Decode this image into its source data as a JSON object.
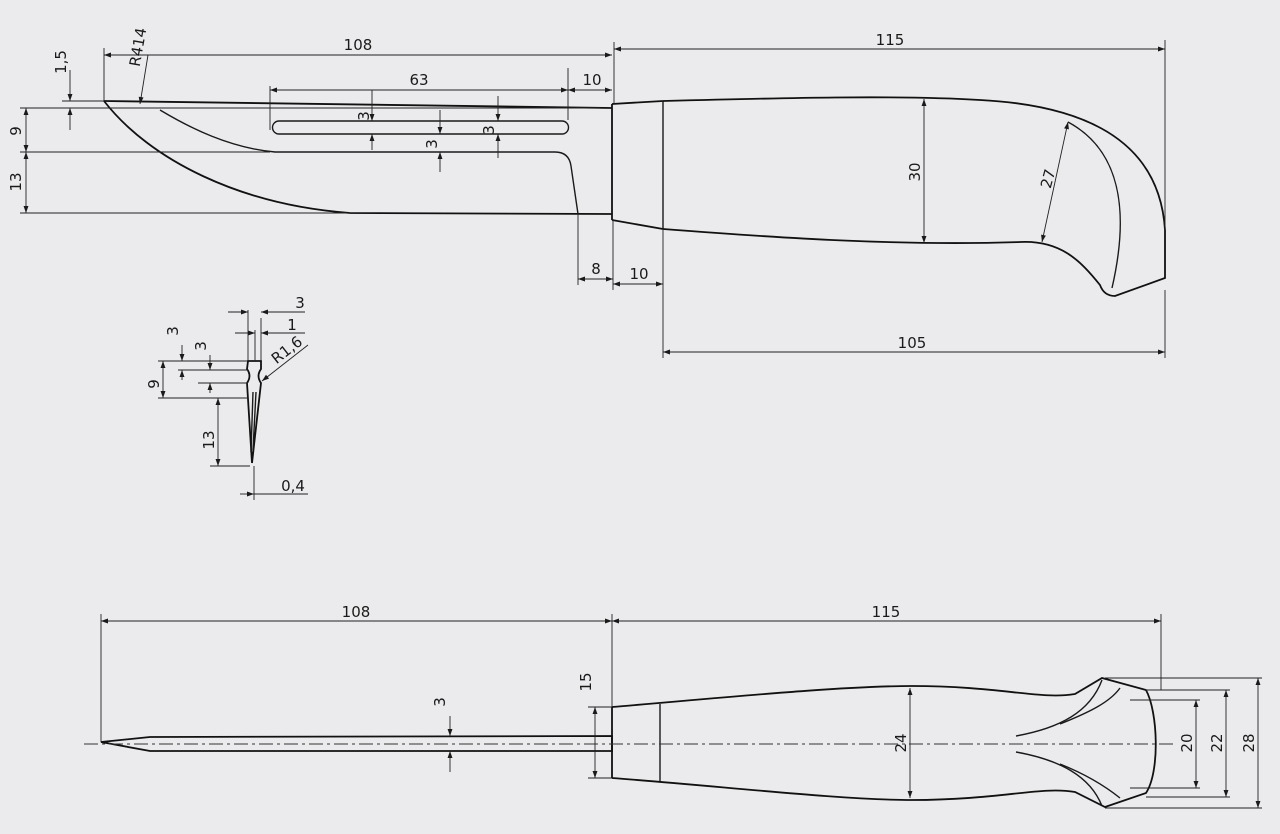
{
  "side_view": {
    "blade_length": "108",
    "handle_length": "115",
    "spine_radius": "R414",
    "tip_offset": "1,5",
    "fuller_length": "63",
    "fuller_end_gap": "10",
    "fuller_width_left": "3",
    "fuller_width_mid": "3",
    "fuller_width_right": "3",
    "spine_to_fuller": "9",
    "fuller_to_edge": "13",
    "ricasso_length": "8",
    "guard_length": "10",
    "handle_grip_length": "105",
    "handle_height": "30",
    "pommel_width": "27"
  },
  "cross_section": {
    "spine_width": "3",
    "fuller_depth": "1",
    "top_flat": "3",
    "groove": "3",
    "groove_to_top": "9",
    "bevel_height": "13",
    "edge_thickness": "0,4",
    "groove_radius": "R1,6"
  },
  "top_view": {
    "blade_length": "108",
    "handle_length": "115",
    "blade_thickness": "3",
    "bolster_width": "15",
    "handle_width": "24",
    "pommel_inner_width": "20",
    "pommel_mid_width": "22",
    "pommel_outer_width": "28"
  }
}
